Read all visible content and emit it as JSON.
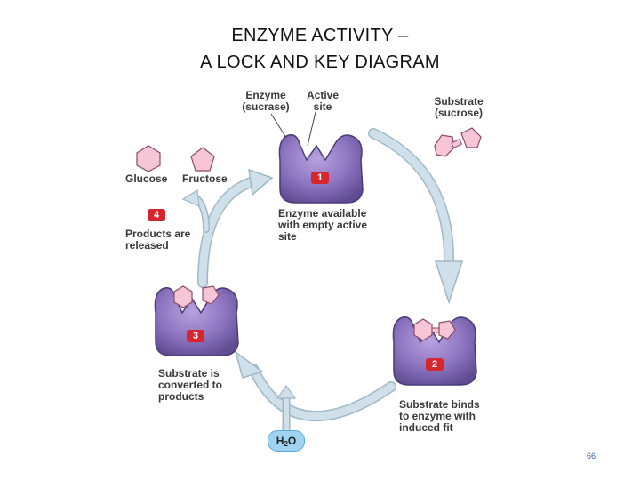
{
  "title": {
    "line1": "ENZYME ACTIVITY –",
    "line2": "A LOCK AND KEY DIAGRAM"
  },
  "labels": {
    "enzyme": "Enzyme\n(sucrase)",
    "active_site": "Active\nsite",
    "substrate": "Substrate\n(sucrose)",
    "glucose": "Glucose",
    "fructose": "Fructose",
    "step1": "Enzyme available\nwith empty active\nsite",
    "step2": "Substrate binds\nto enzyme with\ninduced fit",
    "step3": "Substrate is\nconverted to\nproducts",
    "step4": "Products are\nreleased"
  },
  "steps": {
    "one": "1",
    "two": "2",
    "three": "3",
    "four": "4"
  },
  "water": {
    "prefix": "H",
    "subscript": "2",
    "suffix": "O"
  },
  "slide_number": "66",
  "colors": {
    "enzyme_fill": "#8f76c2",
    "enzyme_stroke": "#4a3a78",
    "sugar_fill": "#f7c6d6",
    "sugar_stroke": "#8a4a66",
    "arrow_fill": "#cfe0ea",
    "arrow_stroke": "#9fb8c8",
    "badge_red": "#d6262b",
    "water_fill": "#9ed4f2"
  }
}
